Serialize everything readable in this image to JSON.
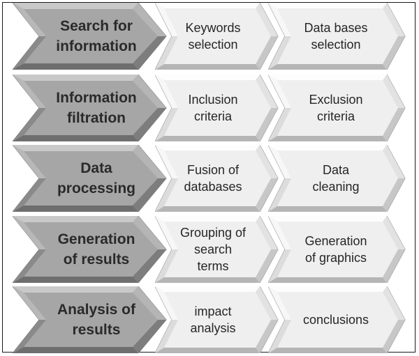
{
  "rows": [
    {
      "main": "Search for\ninformation",
      "sub1": "Keywords\nselection",
      "sub2": "Data bases\nselection"
    },
    {
      "main": "Information\nfiltration",
      "sub1": "Inclusion\ncriteria",
      "sub2": "Exclusion\ncriteria"
    },
    {
      "main": "Data\nprocessing",
      "sub1": "Fusion of\ndatabases",
      "sub2": "Data\ncleaning"
    },
    {
      "main": "Generation\nof results",
      "sub1": "Grouping of\nsearch\nterms",
      "sub2": "Generation\nof graphics"
    },
    {
      "main": "Analysis of\nresults",
      "sub1": "impact\nanalysis",
      "sub2": "conclusions"
    }
  ],
  "colors": {
    "main_fill": "#a6a6a6",
    "main_bevel_light": "#c9c9c9",
    "main_bevel_dark": "#6e6e6e",
    "sub_fill": "#efefef",
    "sub_bevel_light": "#ffffff",
    "sub_bevel_dark": "#b5b5b5",
    "border": "#1a1a1a"
  }
}
